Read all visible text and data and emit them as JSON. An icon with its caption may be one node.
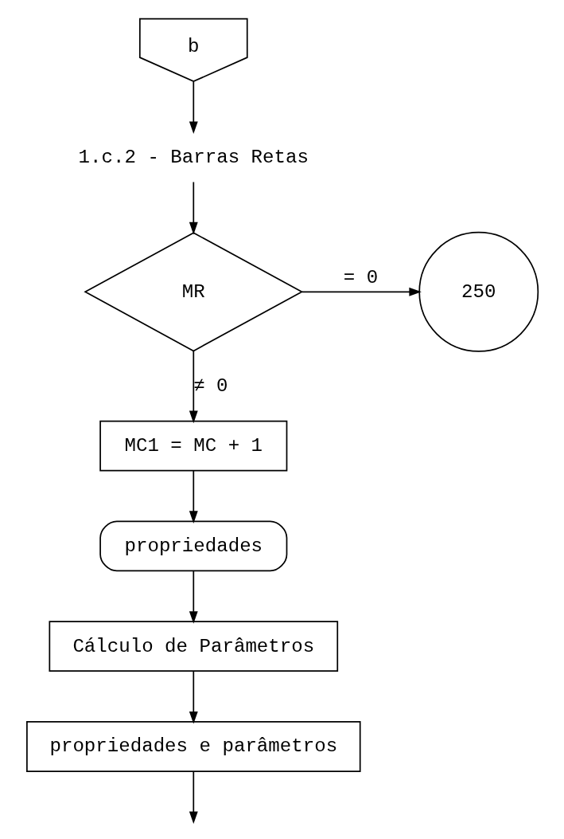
{
  "diagram": {
    "nodes": [
      {
        "text": [
          "b"
        ]
      },
      {
        "text": [
          "1.c.2 - Barras Retas"
        ]
      },
      {
        "text": [
          "MR"
        ]
      },
      {
        "text": [
          "250"
        ]
      },
      {
        "text": [
          "MC1 = MC + 1"
        ]
      },
      {
        "text": [
          "propriedades"
        ]
      },
      {
        "text": [
          "Cálculo de Parâmetros"
        ]
      },
      {
        "text": [
          "propriedades e parâmetros"
        ]
      }
    ],
    "edges": [
      {
        "from": 0,
        "to": 1,
        "arrow": "to"
      },
      {
        "from": 1,
        "to": 2,
        "arrow": "to"
      },
      {
        "from": 2,
        "to": 3,
        "arrow": "to",
        "label": "= 0"
      },
      {
        "from": 2,
        "to": 4,
        "arrow": "to",
        "label": "≠ 0"
      },
      {
        "from": 4,
        "to": 5,
        "arrow": "to"
      },
      {
        "from": 5,
        "to": 6,
        "arrow": "to"
      },
      {
        "from": 6,
        "to": 7,
        "arrow": "to"
      },
      {
        "from": 7,
        "to": null,
        "arrow": "to"
      }
    ]
  }
}
